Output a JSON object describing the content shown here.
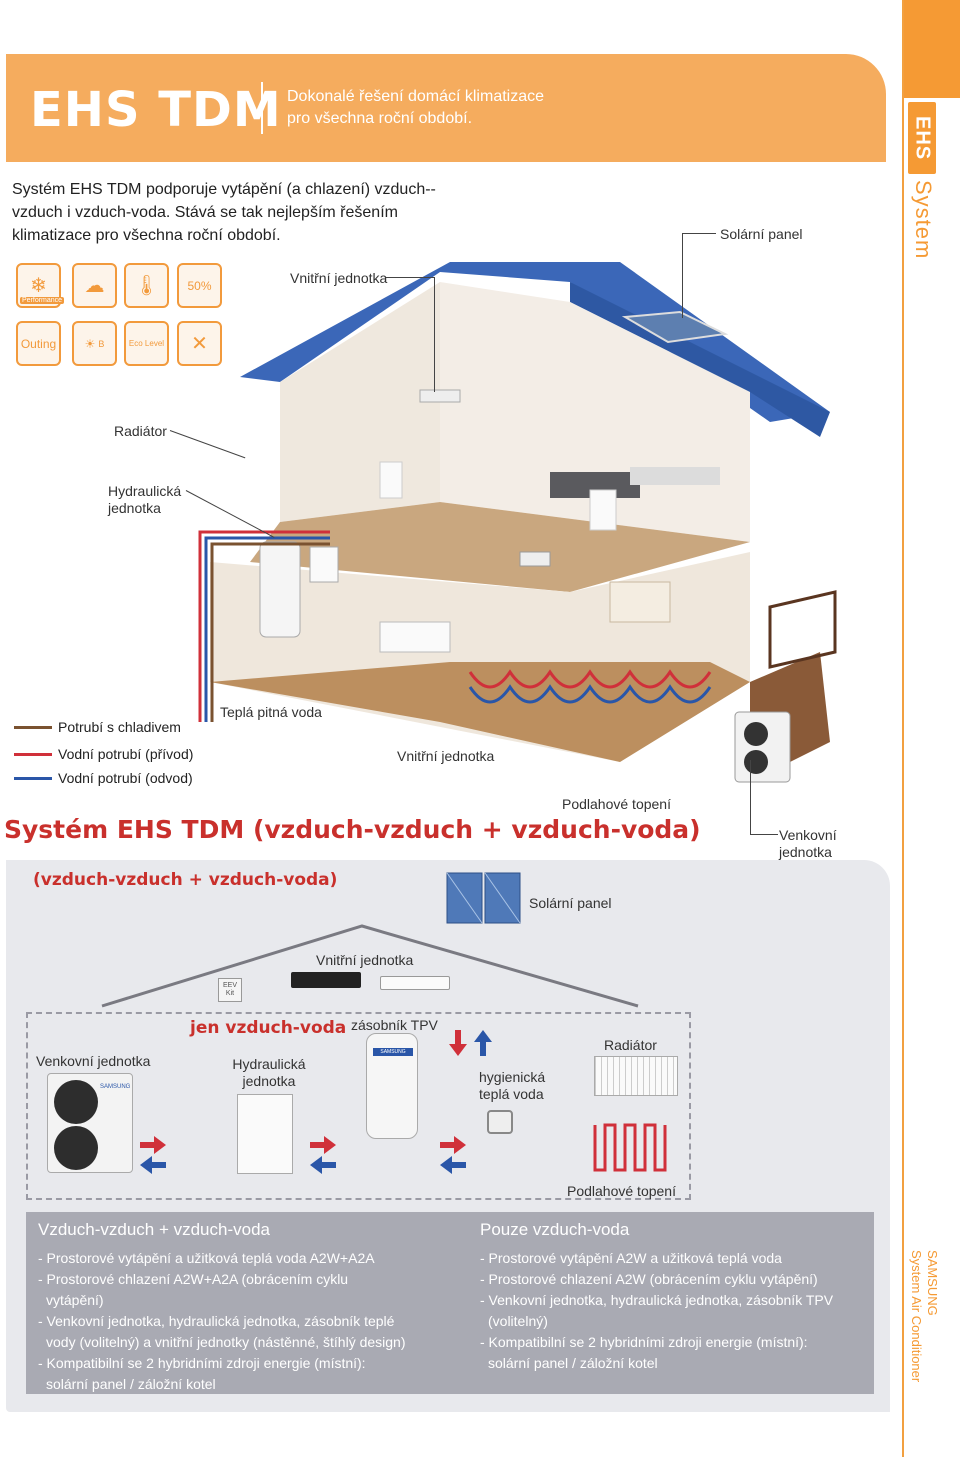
{
  "header": {
    "title": "EHS TDM",
    "tagline_line1": "Dokonalé řešení domácí klimatizace",
    "tagline_line2": "pro všechna roční období."
  },
  "intro": "Systém EHS TDM podporuje vytápění (a chlazení) vzduch--vzduch i vzduch-voda. Stává se tak nejlepším řešením klimatizace pro všechna roční období.",
  "icons": {
    "performance_label": "Performance",
    "percent_label": "50%",
    "outing_label": "Outing",
    "eco_label": "Eco Level",
    "b_label": "B"
  },
  "house_labels": {
    "solar_panel": "Solární panel",
    "indoor_unit_top": "Vnitřní jednotka",
    "radiator": "Radiátor",
    "hydro_unit": "Hydraulická jednotka",
    "hot_water": "Teplá pitná voda",
    "indoor_unit_mid": "Vnitřní jednotka",
    "floor_heating": "Podlahové topení",
    "outdoor_unit": "Venkovní jednotka"
  },
  "legend": [
    {
      "label": "Potrubí s chladivem",
      "color": "#7a5230"
    },
    {
      "label": "Vodní potrubí (přívod)",
      "color": "#d0303a"
    },
    {
      "label": "Vodní potrubí (odvod)",
      "color": "#2a56a8"
    }
  ],
  "system_title": "Systém EHS TDM (vzduch-vzduch + vzduch-voda)",
  "schematic": {
    "subtitle": "(vzduch-vzduch + vzduch-voda)",
    "solar_panel": "Solární panel",
    "indoor_unit": "Vnitřní jednotka",
    "eev_kit": "EEV Kit",
    "only_air_water": "jen vzduch-voda",
    "tank": "zásobník TPV",
    "outdoor_unit": "Venkovní jednotka",
    "hydro_unit": "Hydraulická jednotka",
    "radiator": "Radiátor",
    "hygienic_water": "hygienická teplá voda",
    "floor_heating": "Podlahové topení",
    "brand_small": "SAMSUNG"
  },
  "desc_left": {
    "title": "Vzduch-vzduch + vzduch-voda",
    "lines": [
      "- Prostorové vytápění a užitková teplá voda A2W+A2A",
      "- Prostorové chlazení A2W+A2A (obrácením cyklu",
      "  vytápění)",
      "- Venkovní jednotka, hydraulická jednotka, zásobník teplé",
      "  vody (volitelný) a vnitřní jednotky (nástěnné, štíhlý design)",
      "- Kompatibilní se 2 hybridními zdroji energie (místní):",
      "  solární panel / záložní kotel"
    ]
  },
  "desc_right": {
    "title": "Pouze vzduch-voda",
    "lines": [
      "- Prostorové vytápění A2W a užitková teplá voda",
      "- Prostorové chlazení A2W (obrácením cyklu vytápění)",
      "- Venkovní jednotka, hydraulická jednotka, zásobník TPV",
      "  (volitelný)",
      "- Kompatibilní se 2 hybridními zdroji energie (místní):",
      "  solární panel / záložní kotel"
    ]
  },
  "rail": {
    "logo": "EHS",
    "logo_word": "System",
    "brand_line1": "SAMSUNG",
    "brand_line2": "System Air Conditioner"
  }
}
